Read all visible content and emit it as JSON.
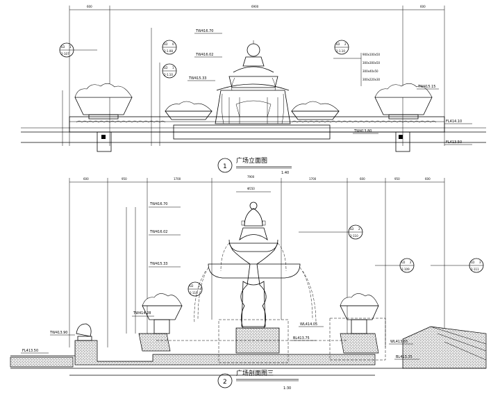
{
  "elevation": {
    "dims_top": [
      "600",
      "6900",
      "600"
    ],
    "elev_labels": [
      "TW416.70",
      "TW416.02",
      "TW415.33"
    ],
    "right_levels": [
      "900x100x50",
      "300x300x50",
      "300x40x50",
      "300x220x30",
      "TW415.15"
    ],
    "fl_labels": [
      "FL414.10",
      "FL413.50"
    ],
    "tw_mid": "TW413.80",
    "tags": [
      {
        "top": "LD",
        "num": "1",
        "sheet": "2-107"
      },
      {
        "top": "LD",
        "num": "0",
        "sheet": "2-1.08"
      },
      {
        "top": "LD",
        "num": "1",
        "sheet": "2-1.10"
      },
      {
        "top": "LD",
        "num": "2",
        "sheet": "2-1.10"
      }
    ],
    "title": "广场立面图",
    "scale": "1:40",
    "marker": "1"
  },
  "section": {
    "dims_top": [
      "600",
      "950",
      "1700",
      "1700",
      "600",
      "950",
      "600"
    ],
    "dim_total": "7900",
    "dim_inner": "Φ550",
    "elev_labels": [
      "TW416.70",
      "TW416.02",
      "TW415.33",
      "TW414.28"
    ],
    "tw_left": "TW413.90",
    "fl_left": "FL413.50",
    "wl": "WL414.05",
    "bl": "BL413.75",
    "wl_right": "WL413.65",
    "bl_right": "BL413.35",
    "tags": [
      {
        "top": "LD",
        "num": "2",
        "sheet": "2-110"
      },
      {
        "top": "LD",
        "num": "3",
        "sheet": "2-110"
      },
      {
        "top": "LD",
        "num": "2",
        "sheet": "2-109"
      },
      {
        "top": "LD",
        "num": "3",
        "sheet": "2-111"
      }
    ],
    "title": "广场剖面图三",
    "scale": "1:30",
    "marker": "2"
  }
}
